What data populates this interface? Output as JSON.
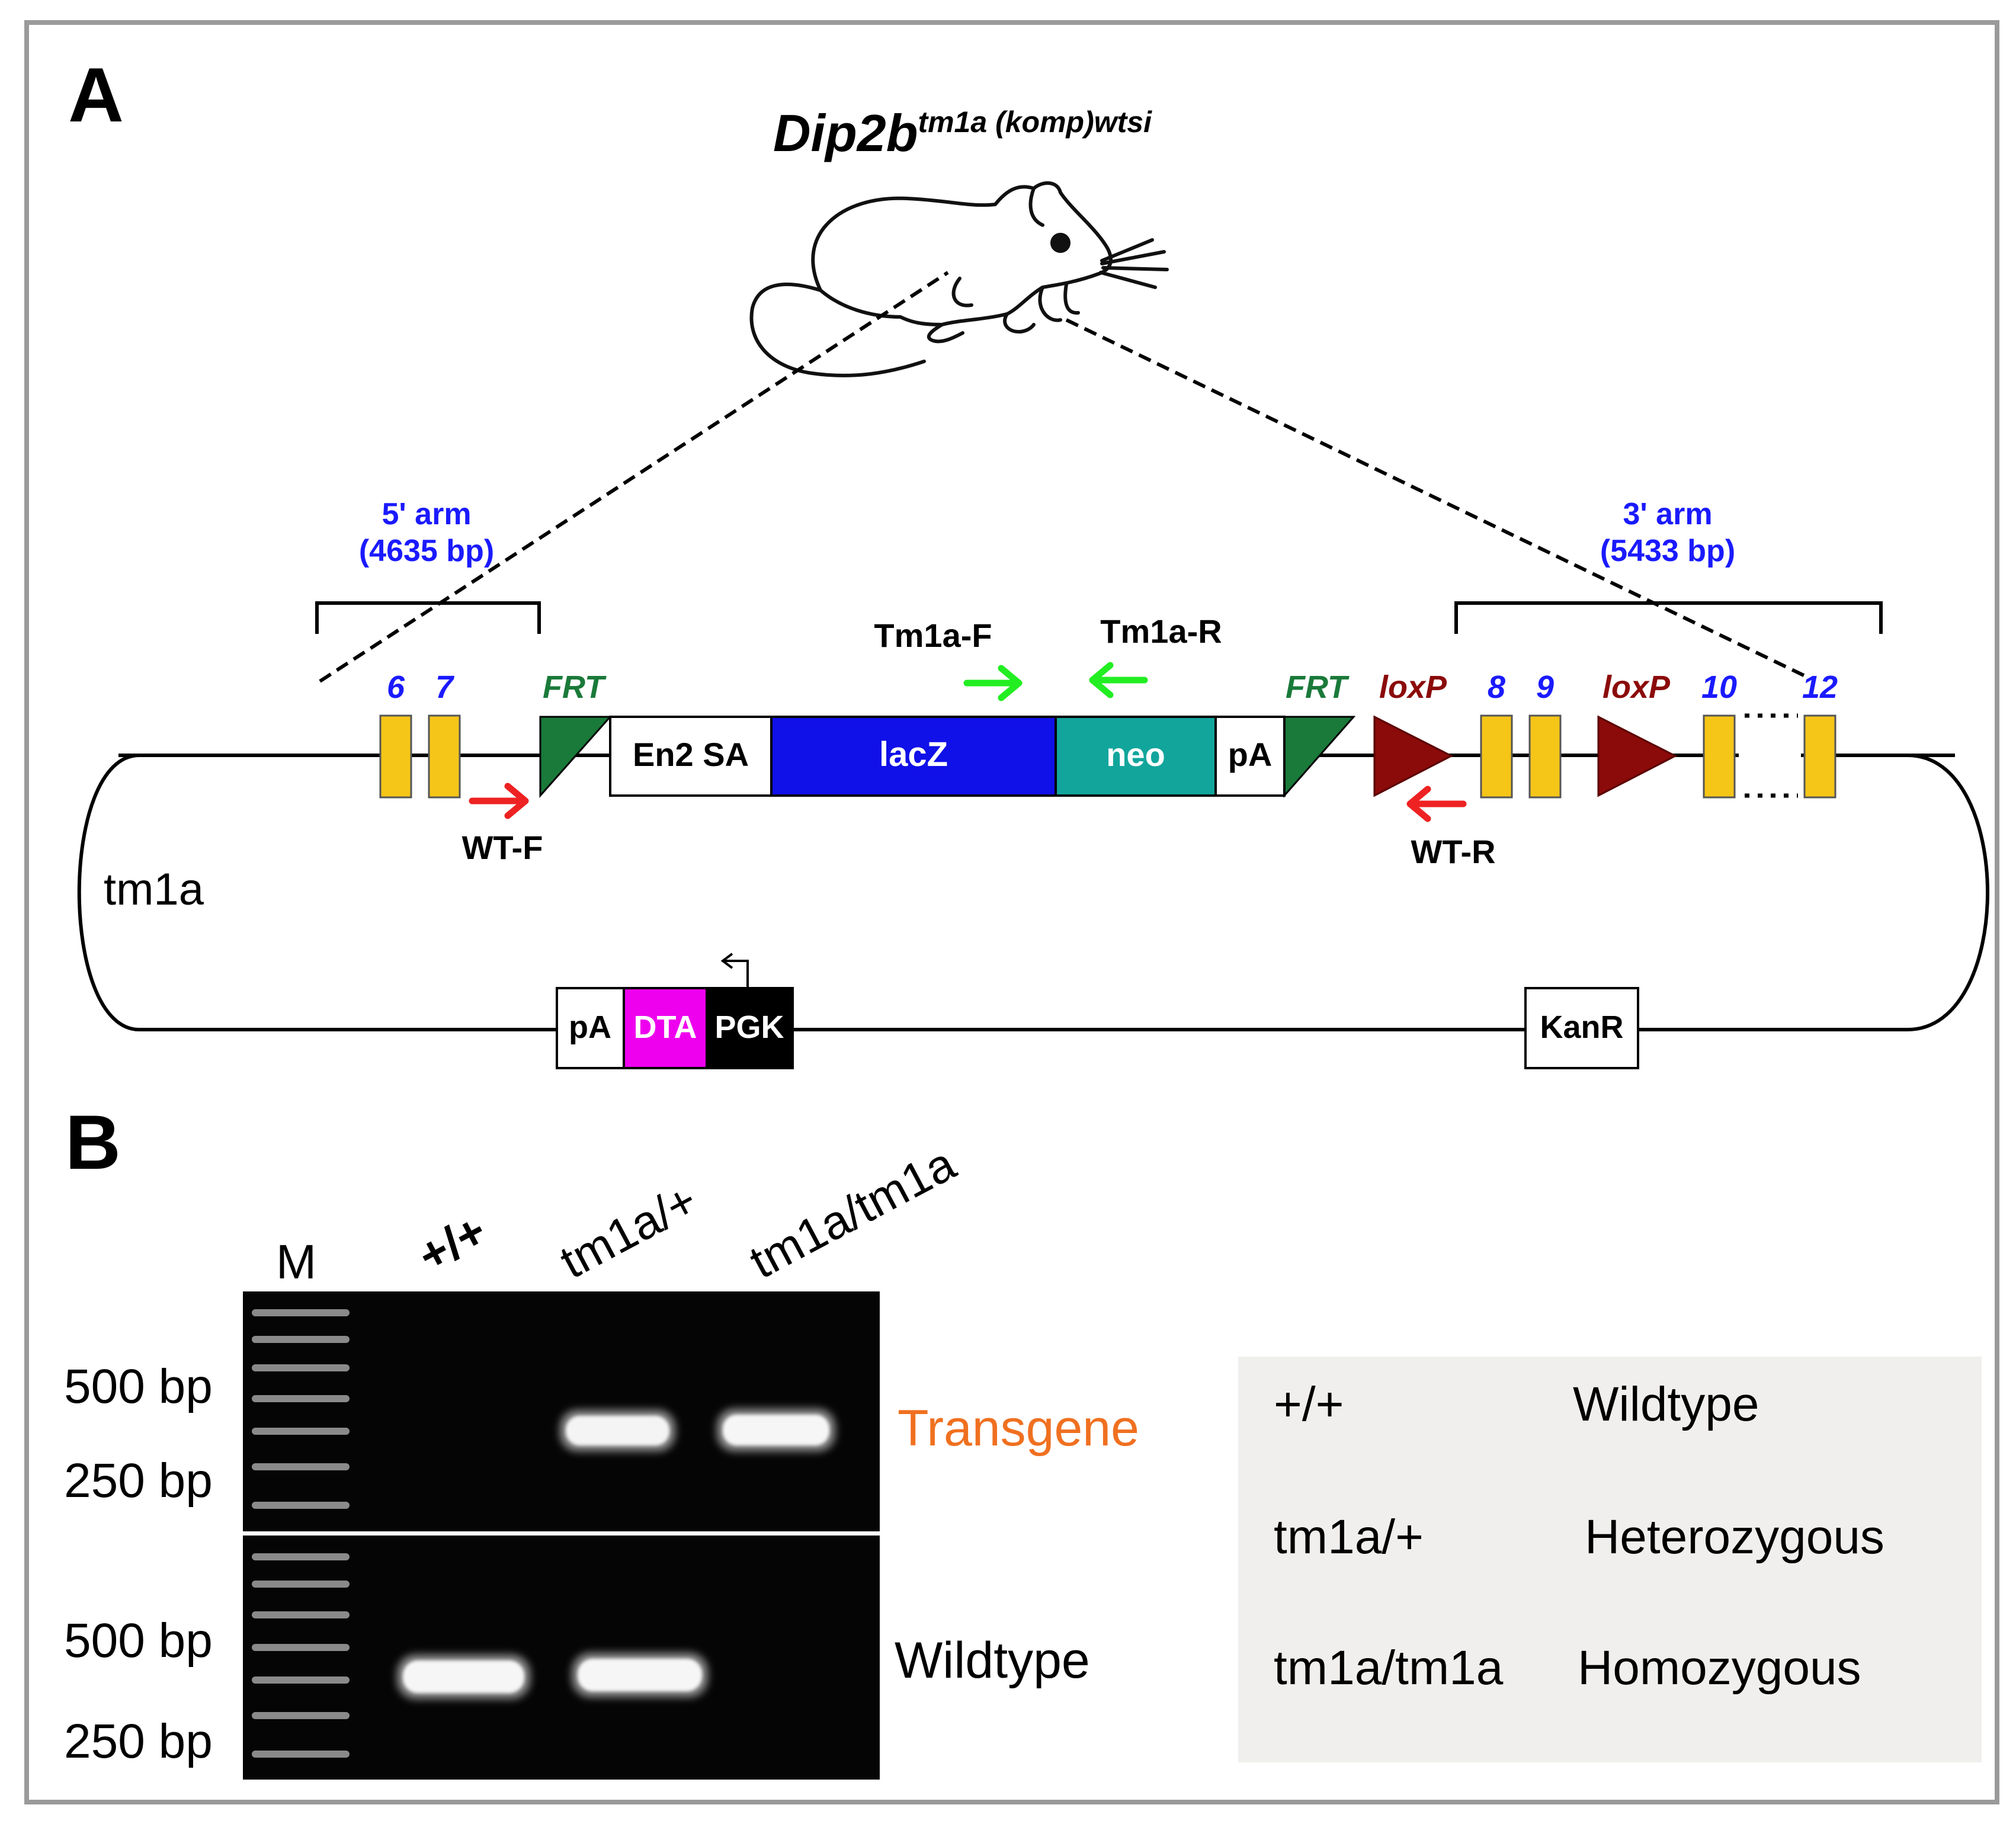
{
  "panel_a": {
    "label": "A",
    "title_gene": "Dip2b",
    "title_allele": "tm1a (komp)wtsi",
    "arm5_line1": "5' arm",
    "arm5_line2": "(4635 bp)",
    "arm3_line1": "3' arm",
    "arm3_line2": "(5433 bp)",
    "exons": {
      "e6": "6",
      "e7": "7",
      "e8": "8",
      "e9": "9",
      "e10": "10",
      "e12": "12"
    },
    "frt": "FRT",
    "loxp": "loxP",
    "cassette": {
      "en2sa": "En2 SA",
      "lacz": "lacZ",
      "neo": "neo",
      "pa": "pA"
    },
    "primers": {
      "tm1a_f": "Tm1a-F",
      "tm1a_r": "Tm1a-R",
      "wt_f": "WT-F",
      "wt_r": "WT-R"
    },
    "allele_label": "tm1a",
    "backbone": {
      "pa": "pA",
      "dta": "DTA",
      "pgk": "PGK",
      "kanr": "KanR"
    },
    "colors": {
      "exon": "#f5c518",
      "frt": "#1a7a3a",
      "loxp": "#8b0a0a",
      "lacz": "#1010e8",
      "neo": "#12a59c",
      "dta": "#ee00ee",
      "arm_text": "#1a1aff",
      "exon_text": "#1a1aff",
      "primer_green": "#22ee22",
      "primer_red": "#ee2222",
      "transgene_text": "#f07020"
    }
  },
  "panel_b": {
    "label": "B",
    "lanes": {
      "m": "M",
      "wt": "+/+",
      "het": "tm1a/+",
      "hom": "tm1a/tm1a"
    },
    "markers": {
      "top_500": "500 bp",
      "top_250": "250 bp",
      "bottom_500": "500 bp",
      "bottom_250": "250 bp"
    },
    "gel_labels": {
      "transgene": "Transgene",
      "wildtype": "Wildtype"
    },
    "bands": {
      "transgene": {
        "+/+": false,
        "tm1a/+": true,
        "tm1a/tm1a": true
      },
      "wildtype": {
        "+/+": true,
        "tm1a/+": true,
        "tm1a/tm1a": false
      }
    },
    "legend": [
      {
        "genotype": "+/+",
        "meaning": "Wildtype"
      },
      {
        "genotype": "tm1a/+",
        "meaning": "Heterozygous"
      },
      {
        "genotype": "tm1a/tm1a",
        "meaning": "Homozygous"
      }
    ]
  }
}
